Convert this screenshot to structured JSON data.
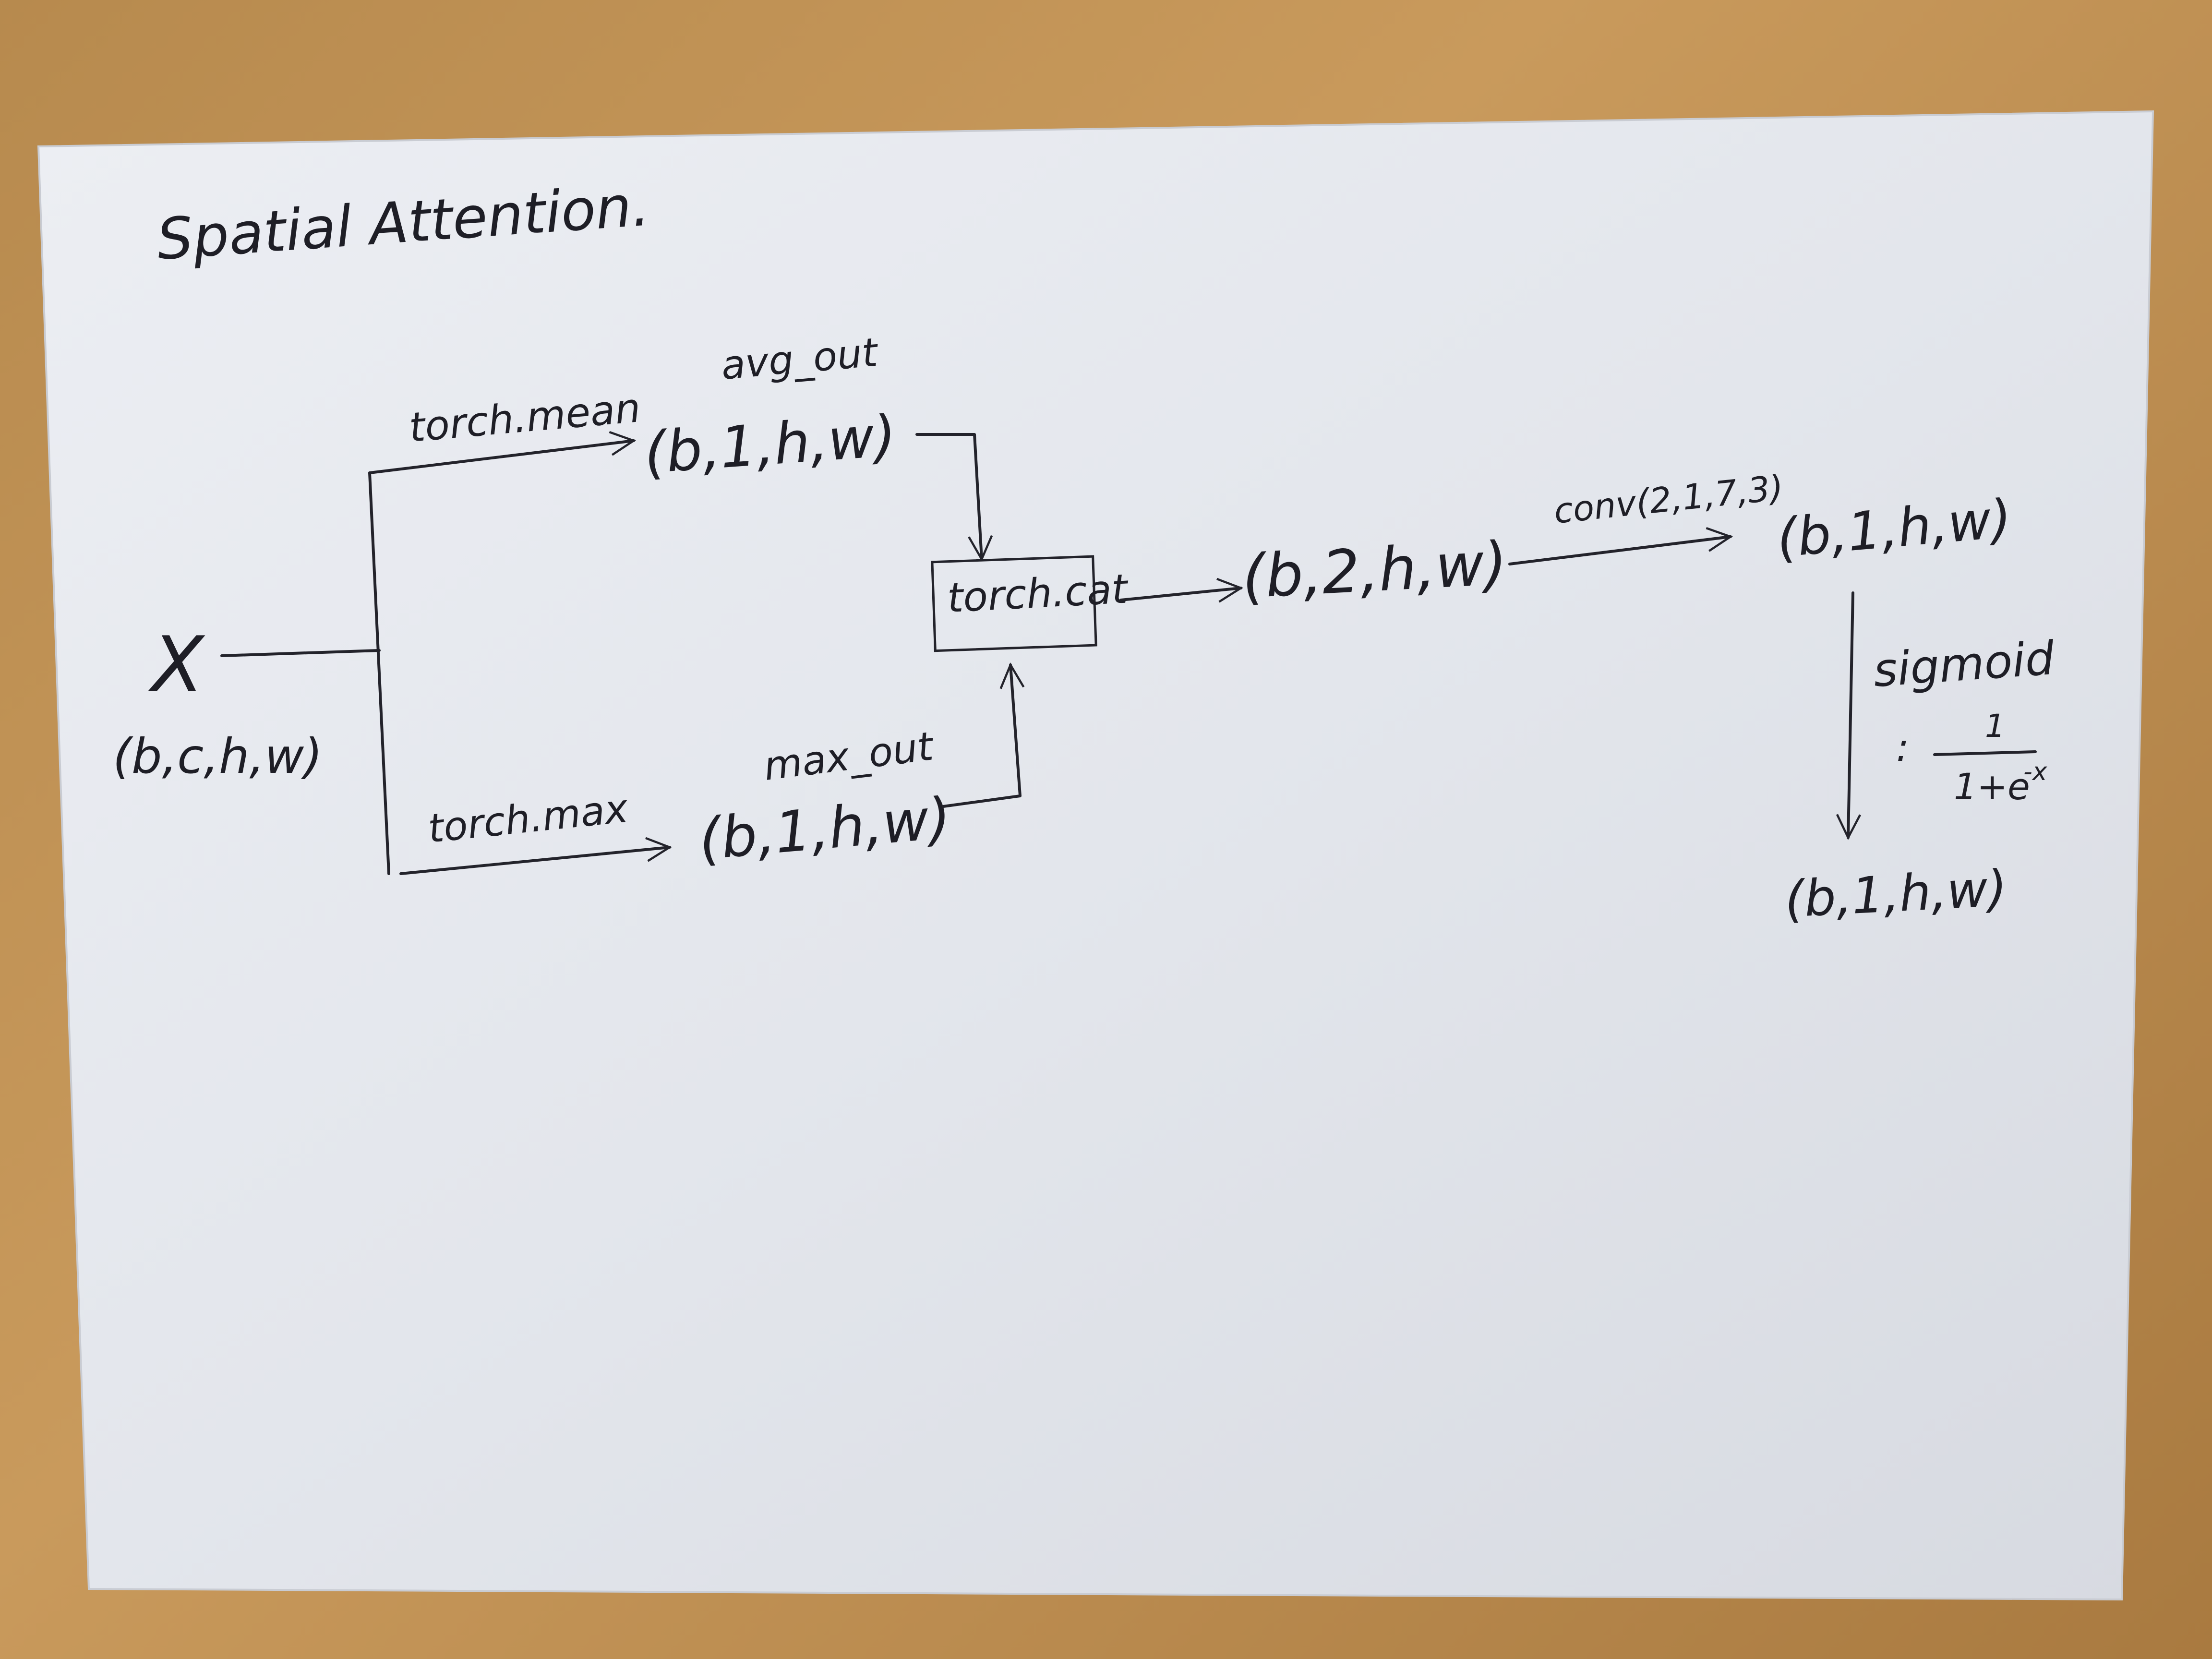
{
  "title": "Spatial Attention.",
  "input": {
    "symbol": "X",
    "shape": "(b,c,h,w)"
  },
  "branches": {
    "mean": {
      "op": "torch.mean",
      "name": "avg_out",
      "shape": "(b,1,h,w)"
    },
    "max": {
      "op": "torch.max",
      "name": "max_out",
      "shape": "(b,1,h,w)"
    }
  },
  "concat": {
    "op": "torch.cat",
    "shape": "(b,2,h,w)"
  },
  "conv": {
    "op": "conv(2,1,7,3)",
    "shape": "(b,1,h,w)"
  },
  "sigmoid": {
    "label": "sigmoid",
    "prefix": ":",
    "numerator": "1",
    "denominator": "1+e",
    "exponent": "-x"
  },
  "output": {
    "shape": "(b,1,h,w)"
  }
}
